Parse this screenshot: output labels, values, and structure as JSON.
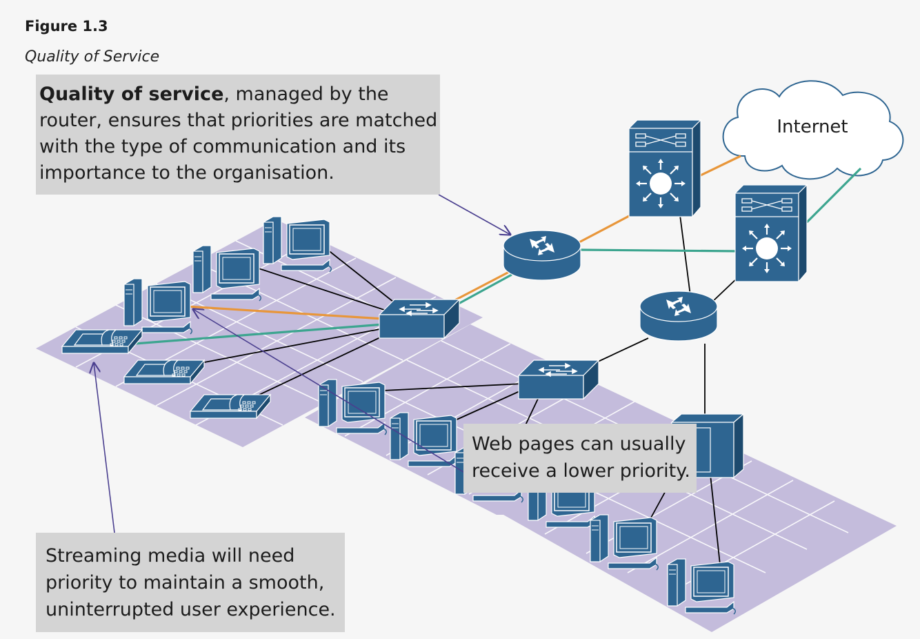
{
  "figure": {
    "label": "Figure 1.3",
    "caption": "Quality of Service"
  },
  "callouts": {
    "qos": {
      "bold": "Quality of service",
      "text": ", managed by the router, ensures that priorities are matched with the type of communication and its importance to the organisation."
    },
    "web": {
      "text": "Web pages can usually receive a lower priority."
    },
    "stream": {
      "text": "Streaming media will need priority to maintain a smooth, uninterrupted user experience."
    }
  },
  "cloud": {
    "label": "Internet"
  },
  "colors": {
    "device": "#2e6591",
    "device_dark": "#1d4a6e",
    "floor": "#c4bcdc",
    "qos_line": "#e8963a",
    "teal_line": "#3ca58f",
    "arrow": "#4a3f8f",
    "callout": "#d4d4d4"
  },
  "icons": [
    "computer-icon",
    "phone-icon",
    "switch-icon",
    "router-icon",
    "multilayer-switch-icon",
    "server-icon",
    "cloud-icon"
  ]
}
